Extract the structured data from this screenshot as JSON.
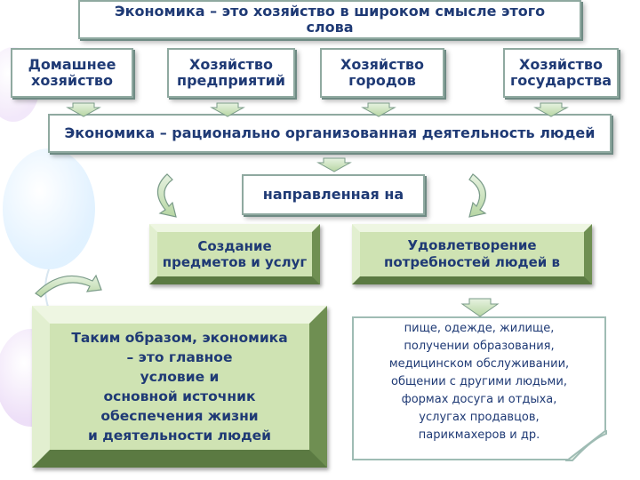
{
  "top": {
    "text": "Экономика – это хозяйство  в широком смысле этого слова"
  },
  "types": [
    {
      "label": "Домашнее хозяйство"
    },
    {
      "label": "Хозяйство предприятий"
    },
    {
      "label": "Хозяйство городов"
    },
    {
      "label": "Хозяйство государства"
    }
  ],
  "definition": {
    "text": "Экономика – рационально организованная деятельность людей"
  },
  "directed": {
    "text": "направленная на"
  },
  "creation": {
    "text": "Создание предметов и услуг"
  },
  "satisfaction": {
    "text": "Удовлетворение потребностей людей в"
  },
  "conclusion": {
    "lines": [
      "Таким образом, экономика",
      "– это главное",
      "условие и",
      "основной источник",
      "обеспечения жизни",
      "и деятельности людей"
    ]
  },
  "needs": {
    "lines": [
      "пище, одежде, жилище,",
      "получении образования,",
      "медицинском обслуживании,",
      "общении с другими людьми,",
      "формах досуга и отдыха,",
      "услугах продавцов,",
      "парикмахеров и др."
    ]
  },
  "colors": {
    "text": "#1f3a75",
    "panel": "#cfe3b3",
    "border": "#8fa9a0"
  }
}
